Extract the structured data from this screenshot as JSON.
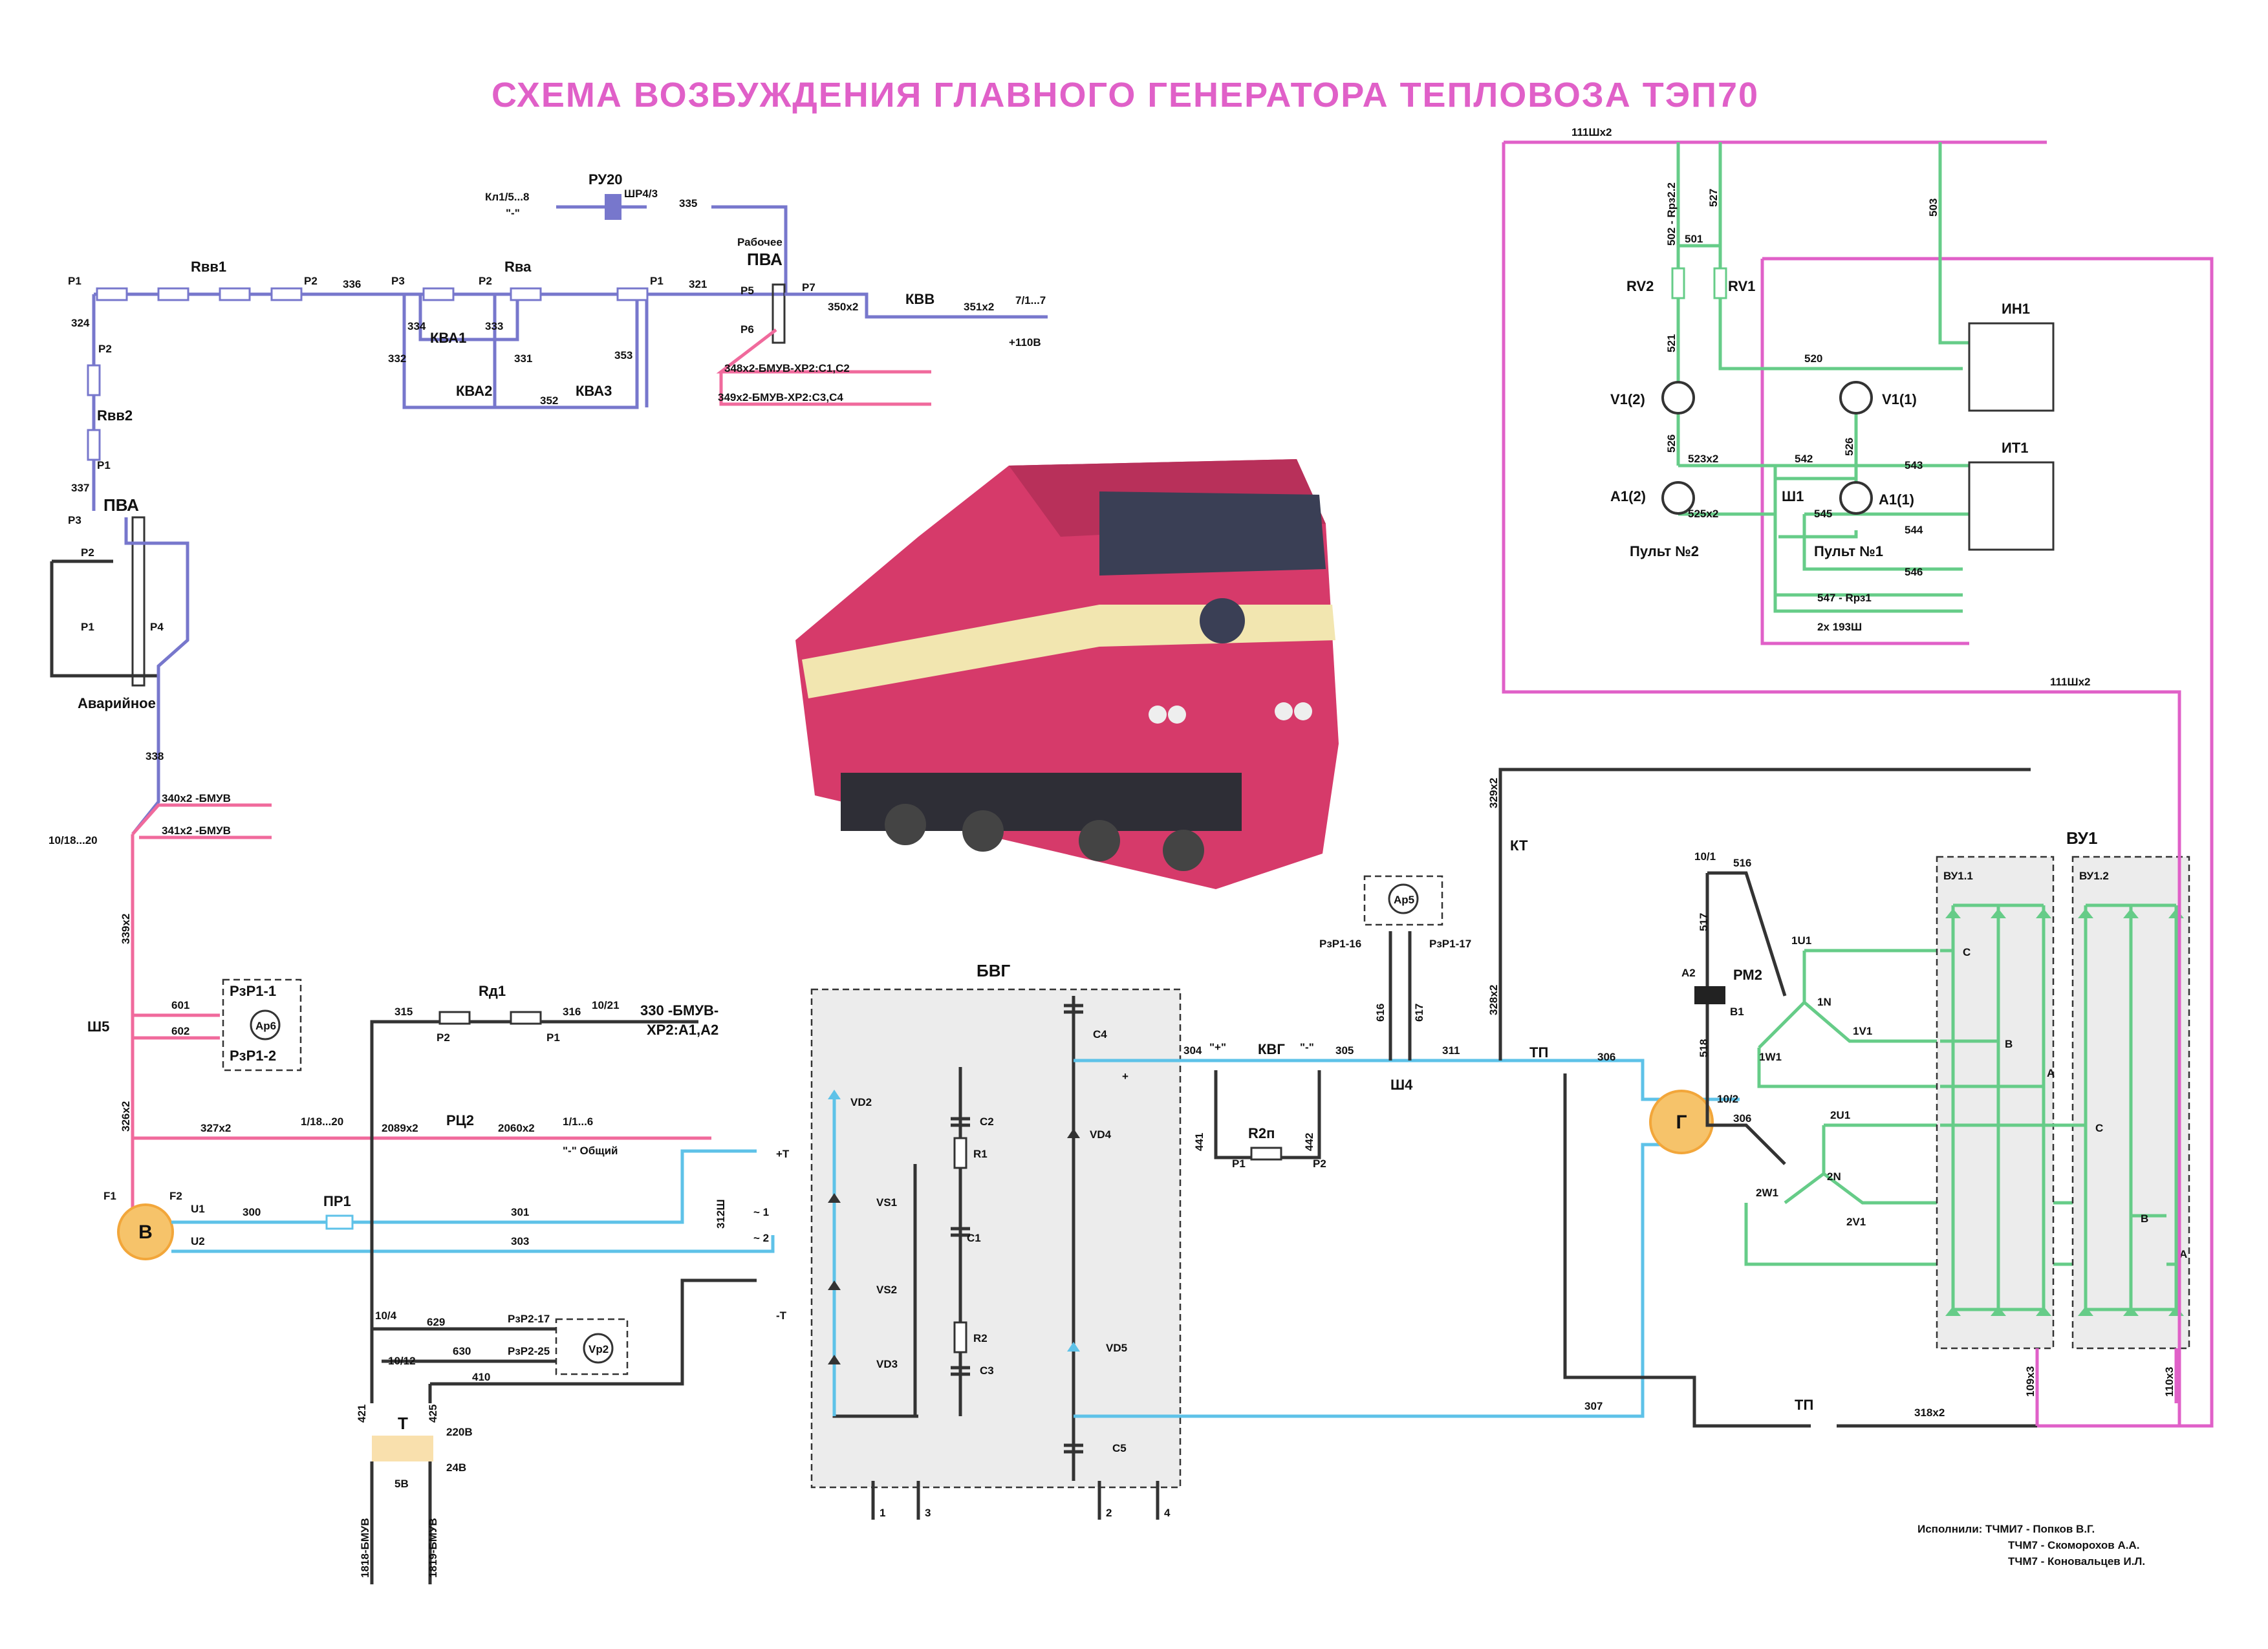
{
  "title": "СХЕМА ВОЗБУЖДЕНИЯ ГЛАВНОГО ГЕНЕРАТОРА ТЕПЛОВОЗА ТЭП70",
  "colors": {
    "title": "#e060c8",
    "wire_violet": "#7777cc",
    "wire_pink": "#f06a9c",
    "wire_cyan": "#5ec2e8",
    "wire_green": "#66cc88",
    "wire_black": "#333333",
    "wire_magenta": "#e060c8",
    "machine_fill": "#f6c36a",
    "locomotive_body": "#d63a6a",
    "locomotive_stripe": "#f2e6b0"
  },
  "components": {
    "rvv1": "Rвв1",
    "rvv2": "Rвв2",
    "rva": "Rва",
    "kva1": "КВА1",
    "kva2": "КВА2",
    "kva3": "КВА3",
    "ru20": "РУ20",
    "pva_top": "ПВА",
    "pva_left": "ПВА",
    "kvv": "КВВ",
    "rd1": "Rд1",
    "rc2": "РЦ2",
    "pr1": "ПР1",
    "sh5": "Ш5",
    "sh4": "Ш4",
    "rzr1_1": "РзР1-1",
    "rzr1_2": "РзР1-2",
    "ar6": "Ар6",
    "ar5": "Ар5",
    "rzr1_16": "РзР1-16",
    "rzr1_17": "РзР1-17",
    "rzr2_17": "РзР2-17",
    "rzr2_25": "РзР2-25",
    "vr2": "Vр2",
    "kvg": "КВГ",
    "r2n": "R2п",
    "kt": "КТ",
    "tp_top": "ТП",
    "tp_bottom": "ТП",
    "rm2": "РМ2",
    "vu1": "ВУ1",
    "vu1_1": "ВУ1.1",
    "vu1_2": "ВУ1.2",
    "gen": "Г",
    "exc": "В",
    "bvg": "БВГ",
    "t": "Т",
    "rv2": "RV2",
    "rv1": "RV1",
    "v12": "V1(2)",
    "v11": "V1(1)",
    "a12": "А1(2)",
    "a11": "А1(1)",
    "sh1": "Ш1",
    "in1": "ИН1",
    "it1": "ИТ1",
    "pult2": "Пульт №2",
    "pult1": "Пульт №1",
    "rabochee": "Рабочее",
    "avariynoe": "Аварийное",
    "vd2": "VD2",
    "vd3": "VD3",
    "vd4": "VD4",
    "vd5": "VD5",
    "vs1": "VS1",
    "vs2": "VS2",
    "c1": "С1",
    "c2": "С2",
    "c3": "С3",
    "c4": "С4",
    "c5": "С5",
    "r1": "R1",
    "r2": "R2"
  },
  "pins": {
    "p1": "Р1",
    "p2": "Р2",
    "p3": "Р3",
    "p4": "Р4",
    "p5": "Р5",
    "p6": "Р6",
    "p7": "Р7",
    "f1": "F1",
    "f2": "F2",
    "u1": "U1",
    "u2": "U2",
    "a2": "А2",
    "b1": "В1",
    "plus_t": "+Т",
    "minus_t": "-Т",
    "tilde1": "~ 1",
    "tilde2": "~ 2",
    "plus": "+",
    "plus_q": "\"+\"",
    "minus_q": "\"-\"",
    "u_1u1": "1U1",
    "u_1n": "1N",
    "u_1v1": "1V1",
    "u_1w1": "1W1",
    "u_2u1": "2U1",
    "u_2n": "2N",
    "u_2v1": "2V1",
    "u_2w1": "2W1",
    "ph_a": "А",
    "ph_b": "В",
    "ph_c": "С",
    "o1": "1",
    "o2": "2",
    "o3": "3",
    "o4": "4"
  },
  "wires": {
    "w324": "324",
    "w337": "337",
    "w336": "336",
    "w332": "332",
    "w334": "334",
    "w333": "333",
    "w331": "331",
    "w352": "352",
    "w353": "353",
    "w321": "321",
    "w335": "335",
    "w350x2": "350х2",
    "w351x2": "351х2",
    "w7_1_7": "7/1...7",
    "w110": "+110В",
    "kl1": "Кл1/5...8",
    "kl1_minus": "\"-\"",
    "shr43": "ШР4/3",
    "w348": "348х2-БМУВ-ХР2:С1,С2",
    "w349": "349х2-БМУВ-ХР2:С3,С4",
    "w338": "338",
    "w340": "340х2 -БМУВ",
    "w341": "341х2 -БМУВ",
    "w10_18_20": "10/18...20",
    "w339x2": "339х2",
    "w601": "601",
    "w602": "602",
    "w326x2": "326х2",
    "w327x2": "327х2",
    "w1_18_20": "1/18...20",
    "w2089x2": "2089х2",
    "w2060x2": "2060х2",
    "w1_1_6": "1/1...6",
    "w_obshiy": "\"-\" Общий",
    "w315": "315",
    "w316": "316",
    "w10_21": "10/21",
    "w330a": "330 -БМУВ-",
    "w330b": "ХР2:А1,А2",
    "w300": "300",
    "w301": "301",
    "w303": "303",
    "w312sh": "312Ш",
    "w10_4": "10/4",
    "w629": "629",
    "w10_12": "10/12",
    "w630": "630",
    "w410": "410",
    "w421": "421",
    "w425": "425",
    "w220": "220В",
    "w24": "24В",
    "w5v": "5В",
    "w1818": "1818-БМУВ",
    "w1819": "1819-БМУВ",
    "w304": "304",
    "w305": "305",
    "w311": "311",
    "w306a": "306",
    "w306b": "306",
    "w441": "441",
    "w442": "442",
    "w616": "616",
    "w617": "617",
    "w329x2": "329х2",
    "w328x2": "328х2",
    "w307": "307",
    "w318x2": "318х2",
    "w10_1": "10/1",
    "w516": "516",
    "w517": "517",
    "w518": "518",
    "w10_2": "10/2",
    "w109x3": "109х3",
    "w110x3": "110х3",
    "w111a": "111Шх2",
    "w111b": "111Шх2",
    "w502": "502 - Rрз2.2",
    "w527": "527",
    "w501": "501",
    "w503": "503",
    "w521": "521",
    "w520": "520",
    "w526a": "526",
    "w526b": "526",
    "w523x2": "523х2",
    "w542": "542",
    "w543": "543",
    "w525x2": "525х2",
    "w545": "545",
    "w544": "544",
    "w546": "546",
    "w547": "547 - Rрз1",
    "w193": "2х 193Ш"
  },
  "credits": {
    "line1": "Исполнили: ТЧМИ7 - Попков В.Г.",
    "line2": "ТЧМ7 - Скоморохов А.А.",
    "line3": "ТЧМ7 - Коновальцев И.Л."
  }
}
